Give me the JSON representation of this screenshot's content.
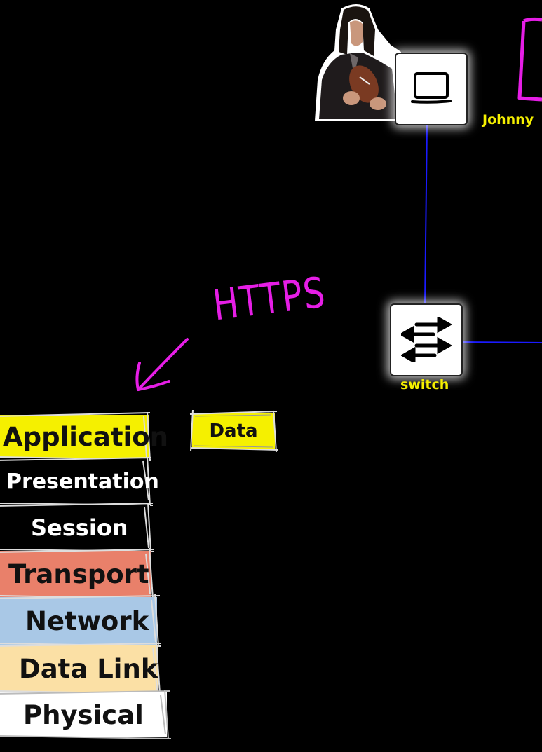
{
  "protocol_label": "HTTPS",
  "devices": {
    "laptop": {
      "icon": "laptop-icon"
    },
    "switch": {
      "icon": "switch-icon",
      "label": "switch"
    },
    "server": {
      "icon": "server-icon",
      "label": "Johnny"
    }
  },
  "person": {
    "icon": "person-with-football-photo"
  },
  "data_chip": {
    "label": "Data",
    "color": "#f5f000"
  },
  "osi_layers": [
    {
      "name": "Application",
      "color": "#f5f000",
      "text_color": "#111111"
    },
    {
      "name": "Presentation",
      "color": "#000000",
      "text_color": "#ffffff"
    },
    {
      "name": "Session",
      "color": "#000000",
      "text_color": "#ffffff"
    },
    {
      "name": "Transport",
      "color": "#e9806a",
      "text_color": "#111111"
    },
    {
      "name": "Network",
      "color": "#a9c8e6",
      "text_color": "#111111"
    },
    {
      "name": "Data Link",
      "color": "#fbe0a5",
      "text_color": "#111111"
    },
    {
      "name": "Physical",
      "color": "#ffffff",
      "text_color": "#111111"
    }
  ],
  "colors": {
    "background": "#000000",
    "wire": "#1a1aff",
    "label": "#f5f000",
    "annotation": "#e61ee6"
  }
}
